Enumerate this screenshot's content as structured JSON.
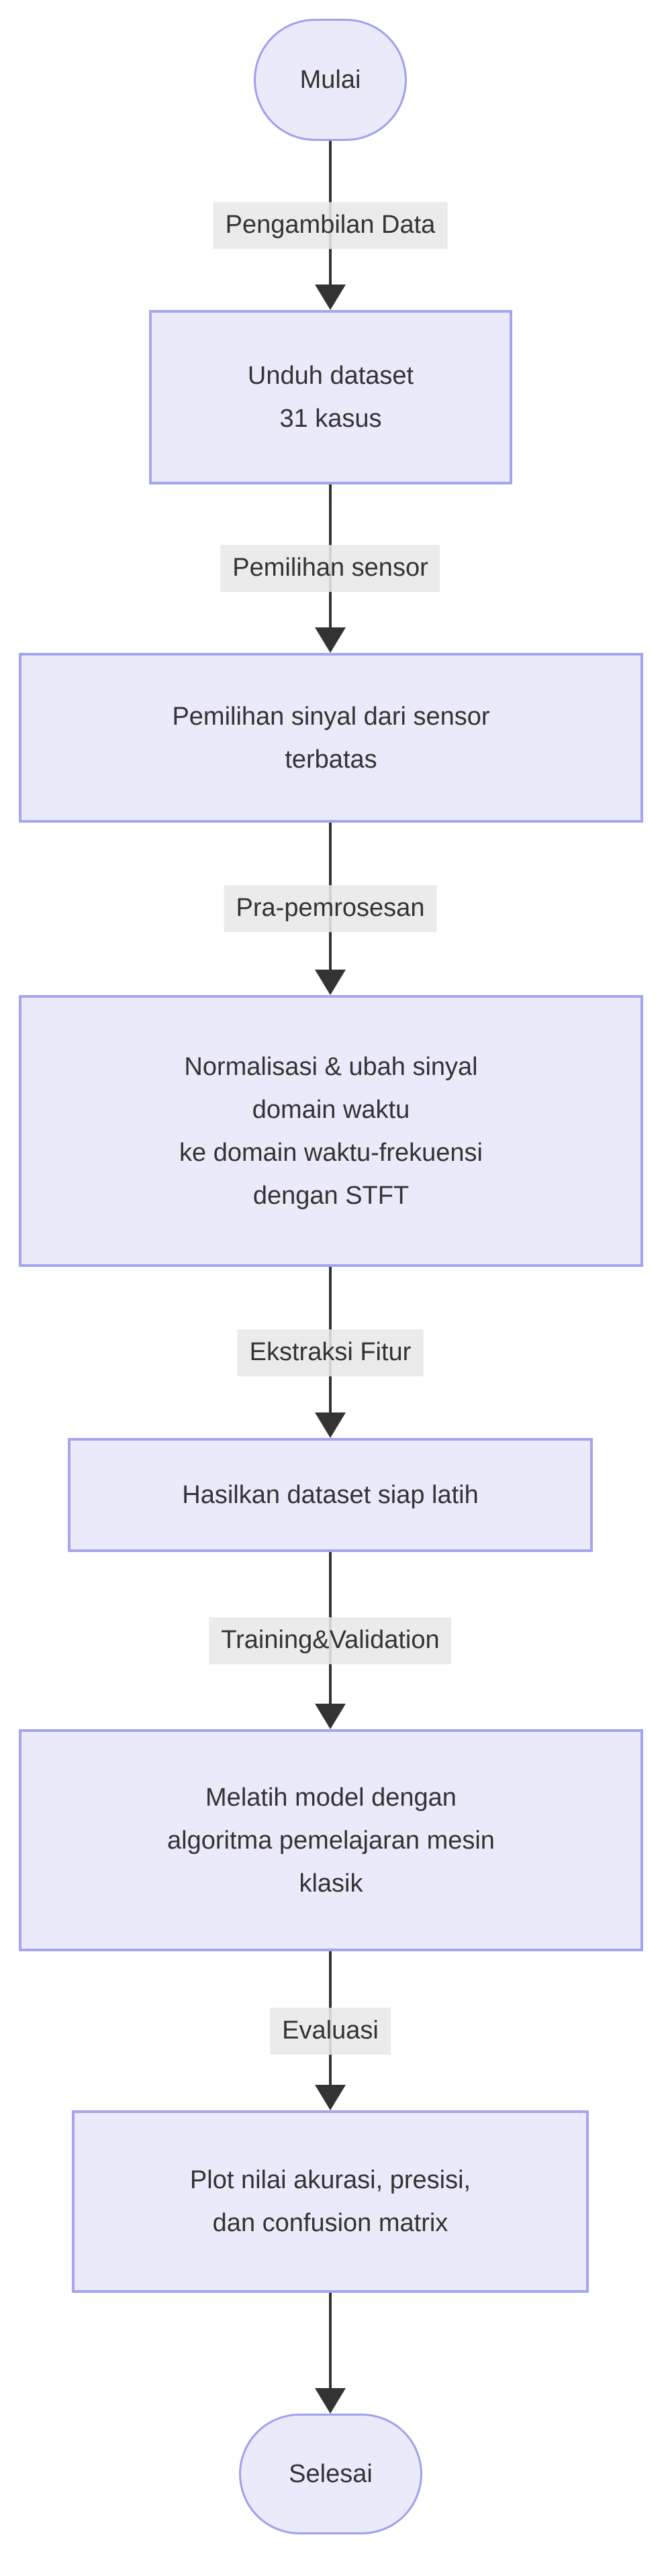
{
  "diagram": {
    "type": "flowchart-top-down",
    "colors": {
      "background": "#ffffff",
      "node_fill": "#eaeafb",
      "node_border": "#a5a5ef",
      "edge_line": "#333333",
      "edge_label_background": "#e8e8e8",
      "text": "#333333"
    },
    "start": {
      "shape": "stadium",
      "label": "Mulai"
    },
    "end": {
      "shape": "stadium",
      "label": "Selesai"
    },
    "boxes": [
      {
        "shape": "rect",
        "label": "Unduh dataset\n31 kasus"
      },
      {
        "shape": "rect",
        "label": "Pemilihan sinyal dari sensor\nterbatas"
      },
      {
        "shape": "rect",
        "label": "Normalisasi & ubah sinyal\ndomain waktu\nke domain waktu-frekuensi\ndengan STFT"
      },
      {
        "shape": "rect",
        "label": "Hasilkan dataset siap latih"
      },
      {
        "shape": "rect",
        "label": "Melatih model dengan\nalgoritma pemelajaran mesin\nklasik"
      },
      {
        "shape": "rect",
        "label": "Plot nilai akurasi, presisi,\ndan confusion matrix"
      }
    ],
    "edges": [
      {
        "from": "Mulai",
        "to": "Unduh dataset 31 kasus",
        "label": "Pengambilan Data"
      },
      {
        "from": "Unduh dataset 31 kasus",
        "to": "Pemilihan sinyal dari sensor terbatas",
        "label": "Pemilihan sensor"
      },
      {
        "from": "Pemilihan sinyal dari sensor terbatas",
        "to": "Normalisasi & ubah sinyal domain waktu ke domain waktu-frekuensi dengan STFT",
        "label": "Pra-pemrosesan"
      },
      {
        "from": "Normalisasi & ubah sinyal domain waktu ke domain waktu-frekuensi dengan STFT",
        "to": "Hasilkan dataset siap latih",
        "label": "Ekstraksi Fitur"
      },
      {
        "from": "Hasilkan dataset siap latih",
        "to": "Melatih model dengan algoritma pemelajaran mesin klasik",
        "label": "Training&Validation"
      },
      {
        "from": "Melatih model dengan algoritma pemelajaran mesin klasik",
        "to": "Plot nilai akurasi, presisi, dan confusion matrix",
        "label": "Evaluasi"
      },
      {
        "from": "Plot nilai akurasi, presisi, dan confusion matrix",
        "to": "Selesai",
        "label": ""
      }
    ]
  }
}
